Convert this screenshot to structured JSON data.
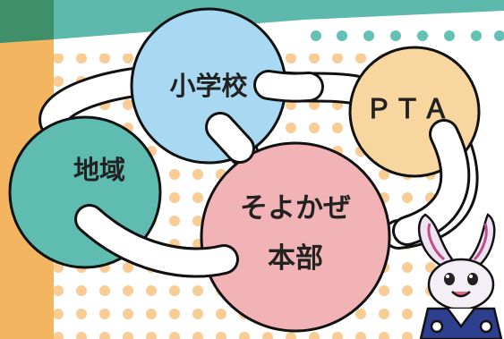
{
  "diagram": {
    "nodes": [
      {
        "id": "school",
        "lines": [
          "小学校"
        ],
        "color": "#a9d8f2"
      },
      {
        "id": "pta",
        "lines": [
          "ＰＴＡ"
        ],
        "color": "#f8d6a0"
      },
      {
        "id": "community",
        "lines": [
          "地域"
        ],
        "color": "#5fbcb0"
      },
      {
        "id": "hq",
        "lines": [
          "そよかぜ",
          "本部"
        ],
        "color": "#f2b3b6"
      }
    ]
  },
  "palette": {
    "background": "#ffffff",
    "top_band": "#5db9ab",
    "left_band": "#f3b55f",
    "polka_dot": "#f9cc94",
    "teal_dot": "#63c1b5",
    "outline": "#111111",
    "loop": "#ffffff"
  },
  "mascot": {
    "icon": "rabbit-mascot-icon"
  }
}
